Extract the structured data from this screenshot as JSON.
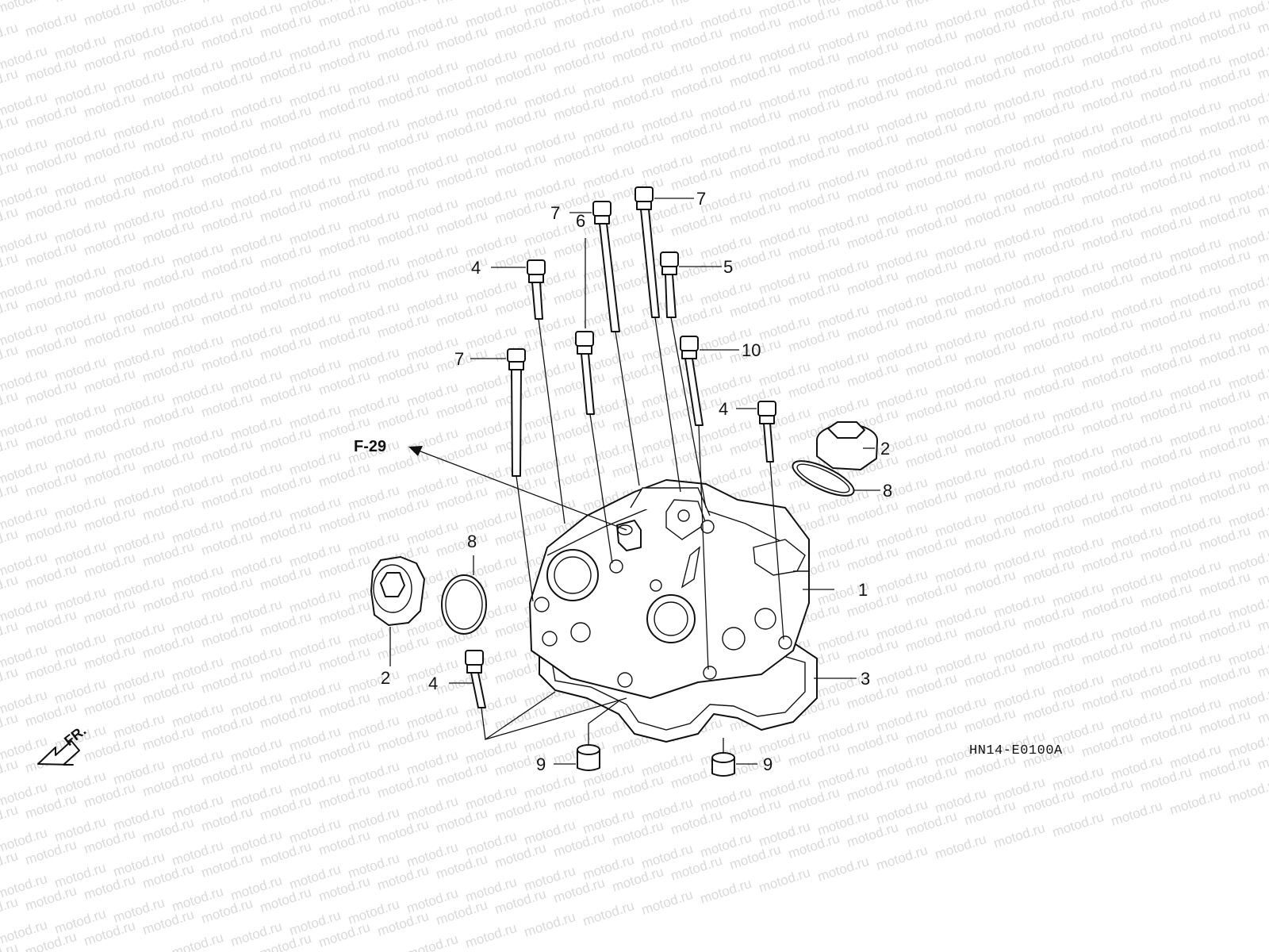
{
  "diagram": {
    "watermark_text": "motod.ru",
    "reference_label": "F-29",
    "diagram_code": "HN14-E0100A",
    "front_label": "FR.",
    "callouts": [
      {
        "id": "c1",
        "label": "1"
      },
      {
        "id": "c2a",
        "label": "2"
      },
      {
        "id": "c2b",
        "label": "2"
      },
      {
        "id": "c3",
        "label": "3"
      },
      {
        "id": "c4a",
        "label": "4"
      },
      {
        "id": "c4b",
        "label": "4"
      },
      {
        "id": "c4c",
        "label": "4"
      },
      {
        "id": "c5",
        "label": "5"
      },
      {
        "id": "c6",
        "label": "6"
      },
      {
        "id": "c7a",
        "label": "7"
      },
      {
        "id": "c7b",
        "label": "7"
      },
      {
        "id": "c7c",
        "label": "7"
      },
      {
        "id": "c8a",
        "label": "8"
      },
      {
        "id": "c8b",
        "label": "8"
      },
      {
        "id": "c9a",
        "label": "9"
      },
      {
        "id": "c9b",
        "label": "9"
      },
      {
        "id": "c10",
        "label": "10"
      }
    ]
  }
}
